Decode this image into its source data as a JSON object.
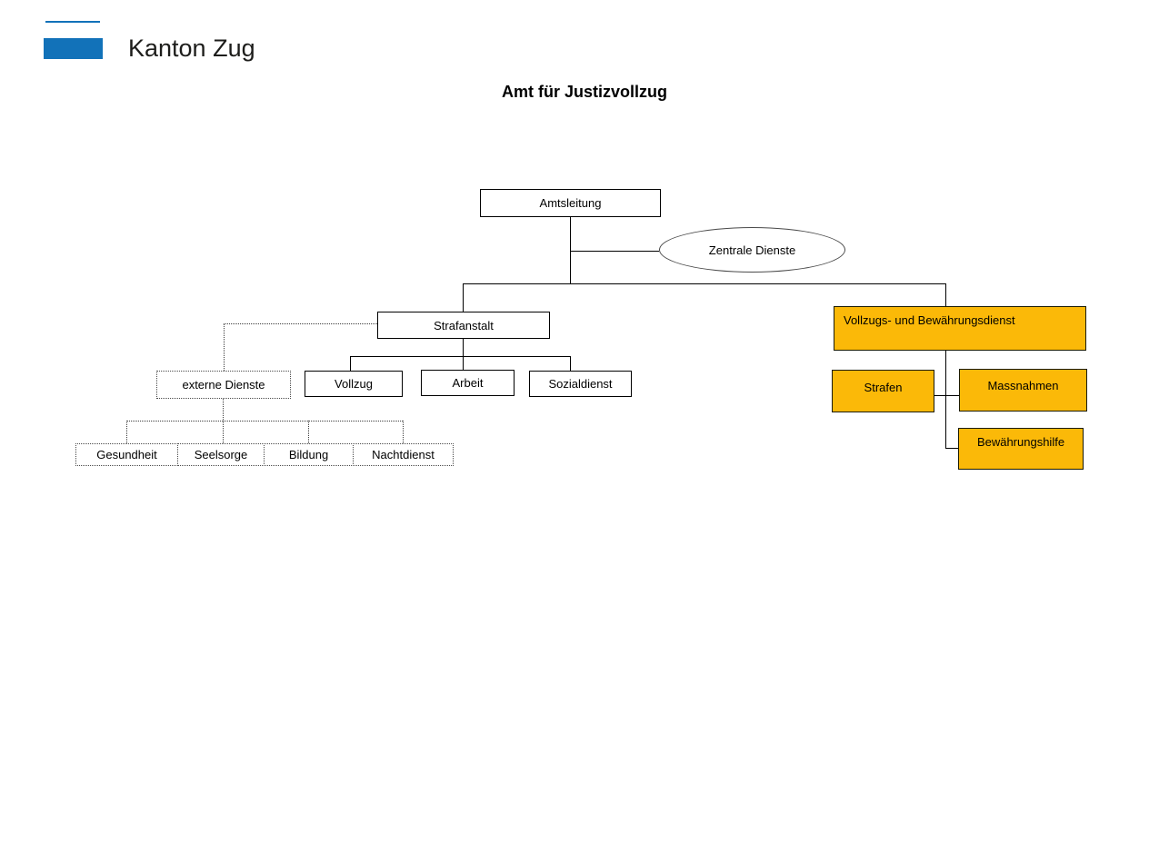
{
  "header": {
    "brand": "Kanton Zug"
  },
  "title": "Amt für Justizvollzug",
  "colors": {
    "brand_blue": "#1272B9",
    "node_orange": "#FBB908",
    "line_black": "#000000"
  },
  "nodes": {
    "amtsleitung": "Amtsleitung",
    "zentrale_dienste": "Zentrale Dienste",
    "strafanstalt": "Strafanstalt",
    "externe_dienste": "externe Dienste",
    "vollzug": "Vollzug",
    "arbeit": "Arbeit",
    "sozialdienst": "Sozialdienst",
    "gesundheit": "Gesundheit",
    "seelsorge": "Seelsorge",
    "bildung": "Bildung",
    "nachtdienst": "Nachtdienst",
    "vollzugs_und_bewaehrungsdienst": "Vollzugs- und Bewährungsdienst",
    "strafen": "Strafen",
    "massnahmen": "Massnahmen",
    "bewaehrungshilfe": "Bewährungshilfe"
  },
  "edges": [
    {
      "from": "Amtsleitung",
      "to": "Zentrale Dienste",
      "style": "solid"
    },
    {
      "from": "Amtsleitung",
      "to": "Strafanstalt",
      "style": "solid"
    },
    {
      "from": "Amtsleitung",
      "to": "Vollzugs- und Bewährungsdienst",
      "style": "solid"
    },
    {
      "from": "Strafanstalt",
      "to": "Vollzug",
      "style": "solid"
    },
    {
      "from": "Strafanstalt",
      "to": "Arbeit",
      "style": "solid"
    },
    {
      "from": "Strafanstalt",
      "to": "Sozialdienst",
      "style": "solid"
    },
    {
      "from": "Strafanstalt",
      "to": "externe Dienste",
      "style": "dotted"
    },
    {
      "from": "externe Dienste",
      "to": "Gesundheit",
      "style": "dotted"
    },
    {
      "from": "externe Dienste",
      "to": "Seelsorge",
      "style": "dotted"
    },
    {
      "from": "externe Dienste",
      "to": "Bildung",
      "style": "dotted"
    },
    {
      "from": "externe Dienste",
      "to": "Nachtdienst",
      "style": "dotted"
    },
    {
      "from": "Vollzugs- und Bewährungsdienst",
      "to": "Strafen",
      "style": "solid"
    },
    {
      "from": "Vollzugs- und Bewährungsdienst",
      "to": "Massnahmen",
      "style": "solid"
    },
    {
      "from": "Vollzugs- und Bewährungsdienst",
      "to": "Bewährungshilfe",
      "style": "solid"
    }
  ]
}
